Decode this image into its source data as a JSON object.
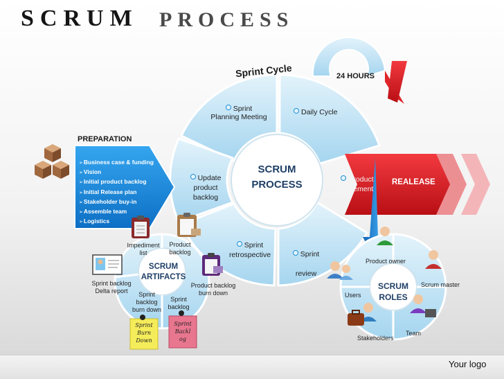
{
  "title": {
    "part1": "SCRUM",
    "part2": "PROCESS"
  },
  "sprint_cycle": {
    "arc_label": "Sprint Cycle",
    "hours_label": "24 HOURS",
    "center_line1": "SCRUM",
    "center_line2": "PROCESS",
    "segments": {
      "planning_line1": "Sprint",
      "planning_line2": "Planning Meeting",
      "daily_cycle": "Daily Cycle",
      "update_line1": "Update",
      "update_line2": "product",
      "update_line3": "backlog",
      "increment_line1": "Product",
      "increment_line2": "Increment",
      "retro_line1": "Sprint",
      "retro_line2": "retrospective",
      "review_line1": "Sprint",
      "review_line2": "review"
    }
  },
  "preparation": {
    "heading": "PREPARATION",
    "items": [
      "Business case & funding",
      "Vision",
      "Initial product backlog",
      "Initial Release plan",
      "Stakeholder buy-in",
      "Assemble team",
      "Logistics"
    ]
  },
  "release_label": "REALEASE",
  "artifacts": {
    "center_line1": "SCRUM",
    "center_line2": "ARTIFACTS",
    "impediment_line1": "Impediment",
    "impediment_line2": "list",
    "product_backlog_line1": "Product",
    "product_backlog_line2": "backlog",
    "sprint_backlog_delta_line1": "Sprint backlog",
    "sprint_backlog_delta_line2": "Delta report",
    "burn_down_line1": "Sprint",
    "burn_down_line2": "backlog",
    "burn_down_line3": "burn down",
    "sprint_backlog_line1": "Sprint",
    "sprint_backlog_line2": "backlog",
    "pb_burn_down_line1": "Product backlog",
    "pb_burn_down_line2": "burn down",
    "note_yellow": [
      "Sprint",
      "Burn",
      "Down"
    ],
    "note_pink": [
      "Sprint",
      "Backl",
      "og"
    ]
  },
  "roles": {
    "center_line1": "SCRUM",
    "center_line2": "ROLES",
    "product_owner": "Product owner",
    "scrum_master": "Scrum master",
    "users": "Users",
    "stakeholders": "Stakeholders",
    "team": "Team"
  },
  "footer": {
    "logo": "Your logo"
  },
  "colors": {
    "segment_light": "#cfe9f7",
    "segment_mid": "#9fd0ec",
    "preparation_blue": "#1a8fe3",
    "release_red": "#d7191f",
    "title_dark": "#151515"
  }
}
